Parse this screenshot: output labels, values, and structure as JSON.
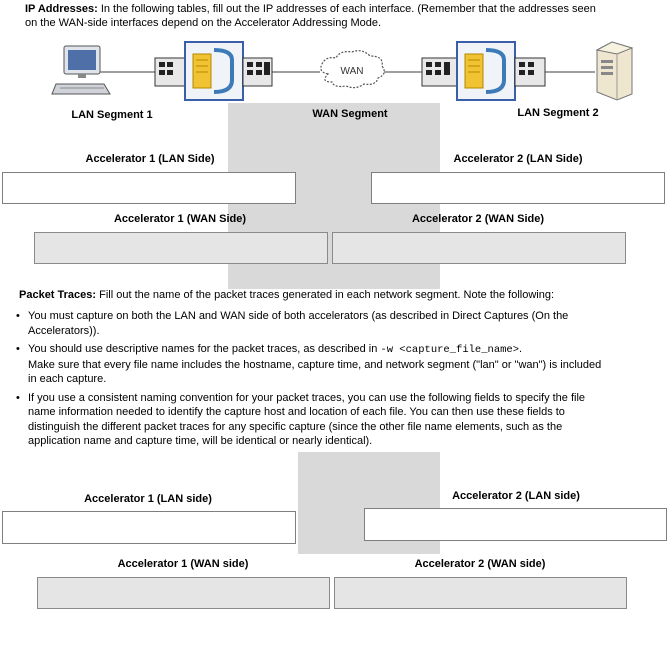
{
  "ip_section": {
    "heading": "IP Addresses:",
    "text_line1": " In the following tables, fill out the IP addresses of each interface. (Remember that the addresses seen",
    "text_line2": "on the WAN-side interfaces depend on the Accelerator Addressing Mode."
  },
  "diagram": {
    "wan_cloud_label": "WAN",
    "segment_lan1": "LAN Segment 1",
    "segment_wan": "WAN Segment",
    "segment_lan2": "LAN Segment 2"
  },
  "ip_table": {
    "acc1_lan": "Accelerator 1 (LAN Side)",
    "acc2_lan": "Accelerator 2 (LAN Side)",
    "acc1_wan": "Accelerator 1 (WAN Side)",
    "acc2_wan": "Accelerator 2 (WAN Side)"
  },
  "packet_section": {
    "heading": "Packet Traces:",
    "intro": " Fill out the name of the packet traces generated in each network segment. Note the following:",
    "bullet1_line1": "You must capture on both the LAN and WAN side of both accelerators (as described in Direct Captures (On the",
    "bullet1_line2": "Accelerators)).",
    "bullet2_pre": "You should use descriptive names for the packet traces, as described in ",
    "bullet2_code": "-w <capture_file_name>",
    "bullet2_post": ".",
    "bullet2_line2": "Make sure that every file name includes the hostname, capture time, and network segment (\"lan\" or \"wan\") is included",
    "bullet2_line3": "in each capture.",
    "bullet3_line1": "If you use a consistent naming convention for your packet traces, you can use the following fields to specify the file",
    "bullet3_line2": "name information needed to identify the capture host and location of each file. You can then use these fields to",
    "bullet3_line3": "distinguish the different packet traces for any specific capture (since the other file name elements, such as the",
    "bullet3_line4": "application name and capture time, will be identical or nearly identical)."
  },
  "trace_table": {
    "acc1_lan": "Accelerator 1 (LAN side)",
    "acc2_lan": "Accelerator 2 (LAN side)",
    "acc1_wan": "Accelerator 1 (WAN side)",
    "acc2_wan": "Accelerator 2 (WAN side)"
  }
}
